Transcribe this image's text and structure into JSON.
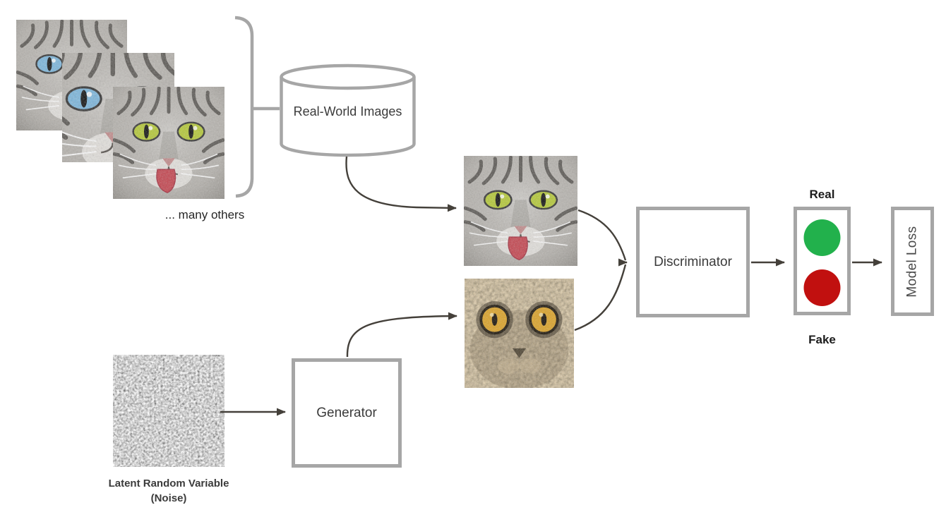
{
  "labels": {
    "many_others": "... many others",
    "latent_line1": "Latent Random Variable",
    "latent_line2": "(Noise)",
    "real": "Real",
    "fake": "Fake"
  },
  "nodes": {
    "database": {
      "label": "Real-World Images",
      "shape": "cylinder"
    },
    "generator": {
      "label": "Generator",
      "shape": "box"
    },
    "discriminator": {
      "label": "Discriminator",
      "shape": "box"
    },
    "model_loss": {
      "label": "Model Loss",
      "shape": "box",
      "text_orientation": "vertical"
    }
  },
  "images": {
    "stack": [
      {
        "name": "cat-photo-blue-eyes"
      },
      {
        "name": "cat-photo-blue-eyes-closeup"
      },
      {
        "name": "cat-photo-green-eyes-tongue"
      }
    ],
    "real_sample": {
      "name": "real-cat-sample-photo"
    },
    "generated_sample": {
      "name": "generated-noisy-cat-image"
    },
    "noise": {
      "name": "random-noise-texture"
    }
  },
  "colors": {
    "real_indicator": "#22b14c",
    "fake_indicator": "#c1100f",
    "box_border": "#a6a6a6",
    "brace": "#a6a6a6",
    "arrow": "#44403a",
    "text": "#3b3b3b"
  }
}
